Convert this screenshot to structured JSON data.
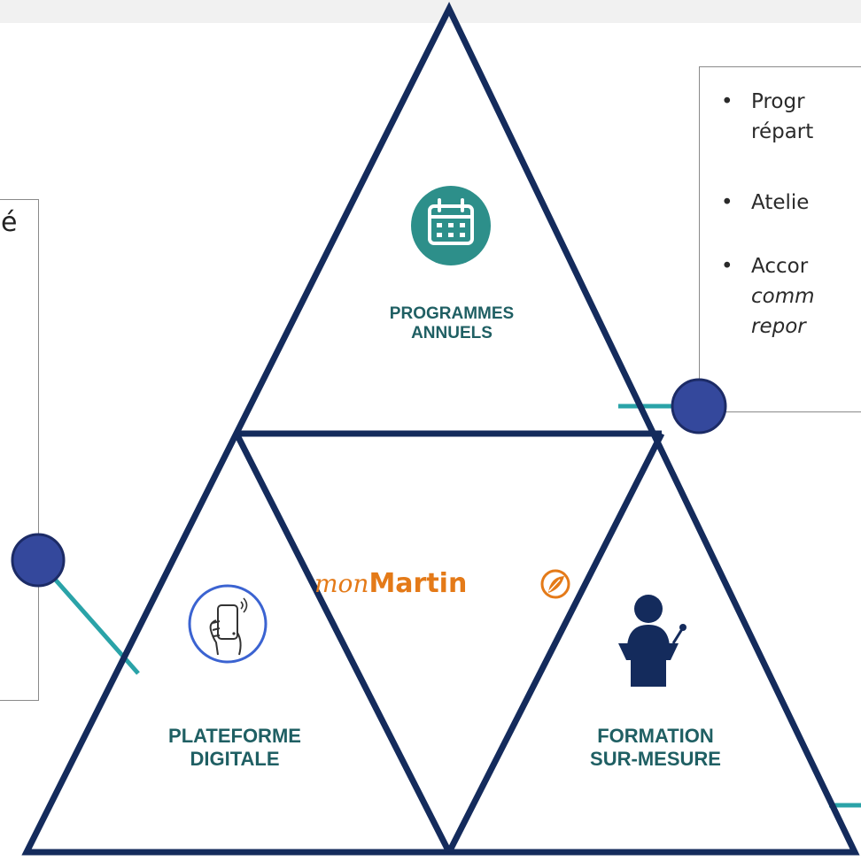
{
  "diagram": {
    "sections": {
      "top": {
        "label": "PROGRAMMES\nANNUELS",
        "icon": "calendar-icon"
      },
      "bottom_left": {
        "label": "PLATEFORME\nDIGITALE",
        "icon": "smartphone-hand-icon"
      },
      "bottom_right": {
        "label": "FORMATION\nSUR-MESURE",
        "icon": "speaker-podium-icon"
      }
    },
    "center_logo": {
      "prefix": "mon",
      "name": "Martin",
      "icon": "leaf-logo-icon"
    },
    "colors": {
      "outline": "#142b5c",
      "label": "#1f5f63",
      "connector": "#2aa3a8",
      "node": "#34489c",
      "icon_teal": "#2d8f8a",
      "logo_orange": "#e47a18"
    }
  },
  "callout_left": {
    "visible_text": "é"
  },
  "callout_right": {
    "bullet_char": "•",
    "items": [
      {
        "line1": "Progr",
        "line2": "répart"
      },
      {
        "line1": "Atelie",
        "line2": ""
      },
      {
        "line1": "Accor",
        "line2": "comm",
        "line3": "repor"
      }
    ]
  }
}
